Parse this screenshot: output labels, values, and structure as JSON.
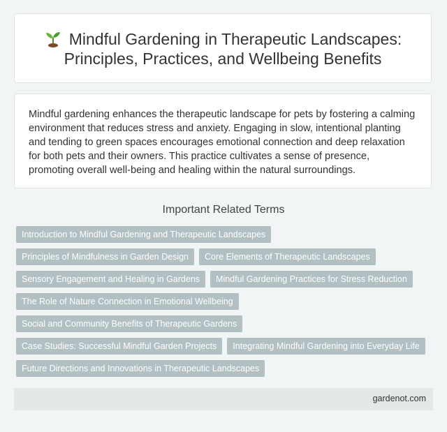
{
  "header": {
    "title_line1": "Mindful Gardening in Therapeutic Landscapes:",
    "title_line2": "Principles, Practices, and Wellbeing Benefits",
    "icon": "seedling-icon"
  },
  "description": "Mindful gardening enhances the therapeutic landscape for pets by fostering a calming environment that reduces stress and anxiety. Engaging in slow, intentional planting and tending to green spaces encourages emotional connection and deep relaxation for both pets and their owners. This practice cultivates a sense of presence, promoting overall well-being and healing within the natural surroundings.",
  "related": {
    "heading": "Important Related Terms",
    "tags": [
      "Introduction to Mindful Gardening and Therapeutic Landscapes",
      "Principles of Mindfulness in Garden Design",
      "Core Elements of Therapeutic Landscapes",
      "Sensory Engagement and Healing in Gardens",
      "Mindful Gardening Practices for Stress Reduction",
      "The Role of Nature Connection in Emotional Wellbeing",
      "Social and Community Benefits of Therapeutic Gardens",
      "Case Studies: Successful Mindful Garden Projects",
      "Integrating Mindful Gardening into Everyday Life",
      "Future Directions and Innovations in Therapeutic Landscapes"
    ]
  },
  "footer": {
    "site": "gardenot.com"
  },
  "colors": {
    "tag_bg": "#b2bfc3",
    "page_bg": "#f2f5f5",
    "footer_bg": "#e3e9e8"
  }
}
